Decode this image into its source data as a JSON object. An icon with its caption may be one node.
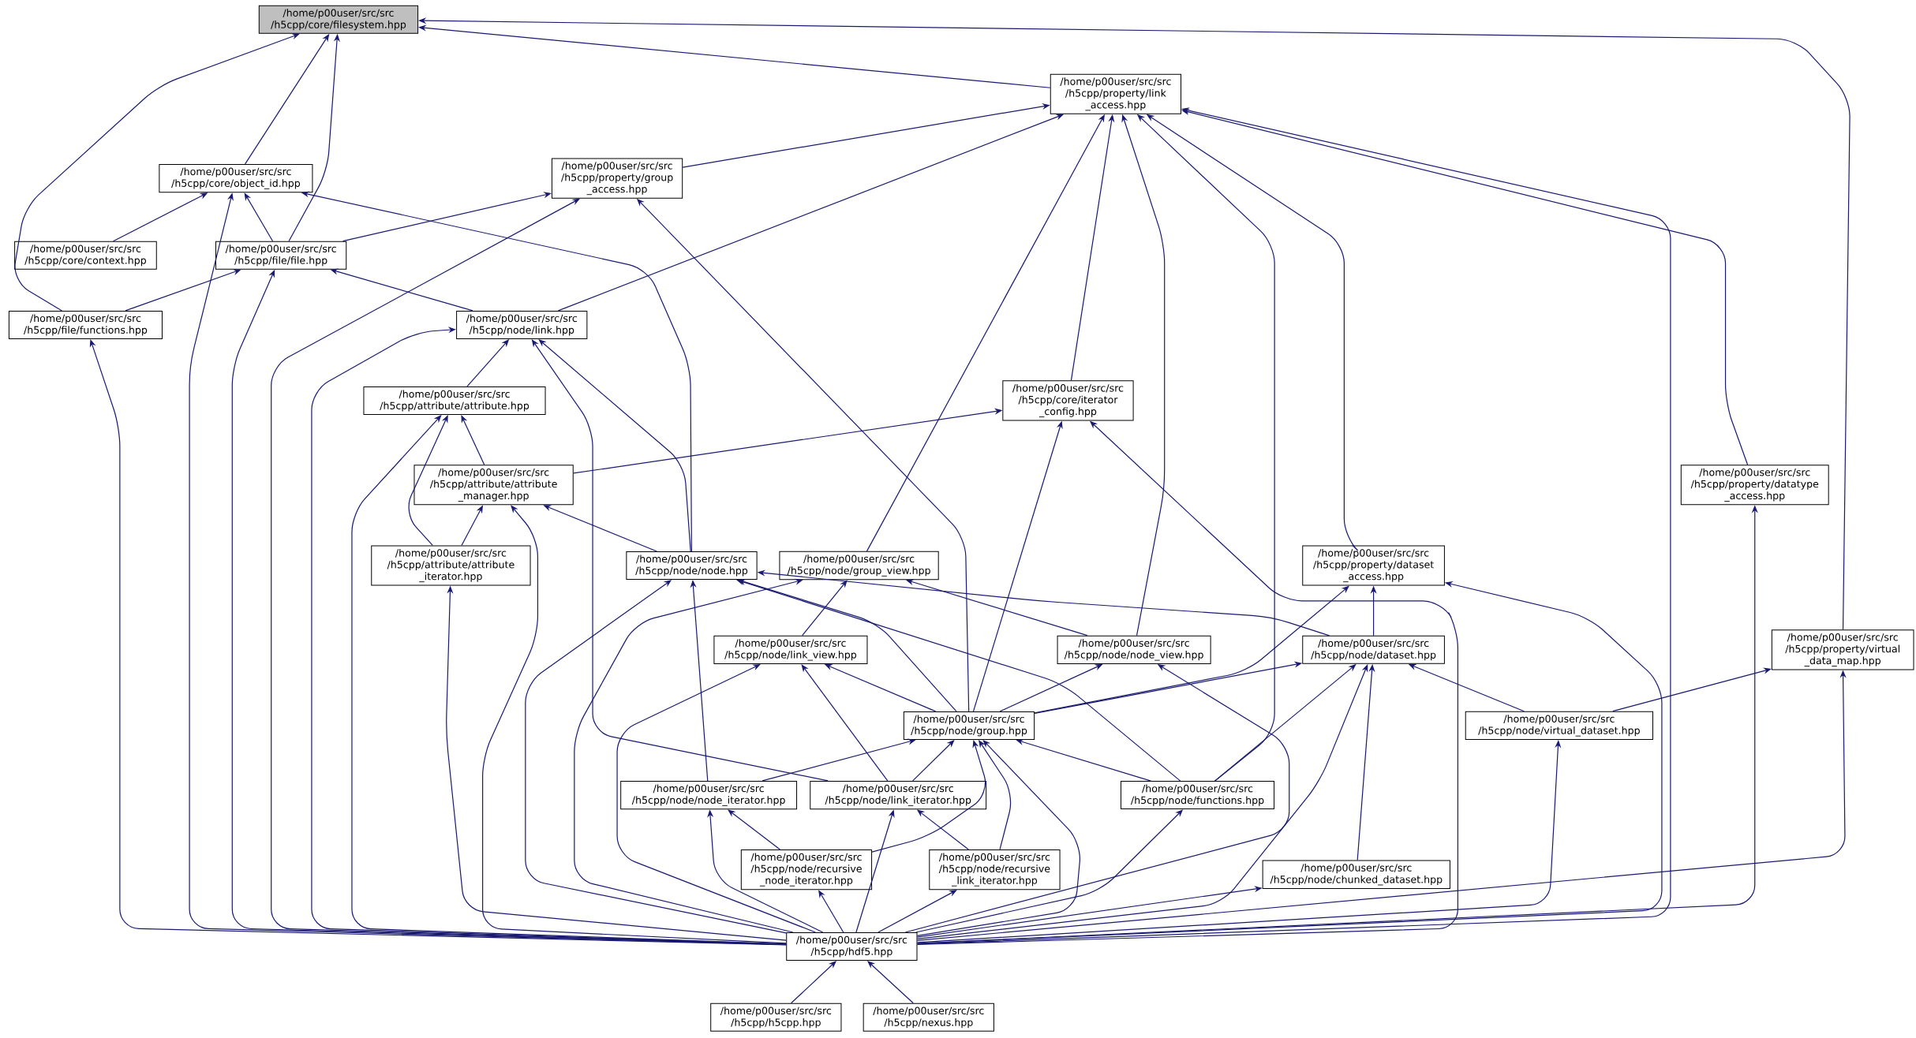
{
  "diagram": {
    "nodes": [
      {
        "text": [
          "/home/p00user/src/src /h5cpp/core/filesystem.hpp"
        ]
      },
      {
        "text": [
          "/home/p00user/src/src /h5cpp/property/link _access.hpp"
        ]
      },
      {
        "text": [
          "/home/p00user/src/src /h5cpp/core/object_id.hpp"
        ]
      },
      {
        "text": [
          "/home/p00user/src/src /h5cpp/property/group _access.hpp"
        ]
      },
      {
        "text": [
          "/home/p00user/src/src /h5cpp/core/context.hpp"
        ]
      },
      {
        "text": [
          "/home/p00user/src/src /h5cpp/file/file.hpp"
        ]
      },
      {
        "text": [
          "/home/p00user/src/src /h5cpp/file/functions.hpp"
        ]
      },
      {
        "text": [
          "/home/p00user/src/src /h5cpp/node/link.hpp"
        ]
      },
      {
        "text": [
          "/home/p00user/src/src /h5cpp/attribute/attribute.hpp"
        ]
      },
      {
        "text": [
          "/home/p00user/src/src /h5cpp/core/iterator _config.hpp"
        ]
      },
      {
        "text": [
          "/home/p00user/src/src /h5cpp/attribute/attribute _manager.hpp"
        ]
      },
      {
        "text": [
          "/home/p00user/src/src /h5cpp/property/datatype _access.hpp"
        ]
      },
      {
        "text": [
          "/home/p00user/src/src /h5cpp/attribute/attribute _iterator.hpp"
        ]
      },
      {
        "text": [
          "/home/p00user/src/src /h5cpp/node/node.hpp"
        ]
      },
      {
        "text": [
          "/home/p00user/src/src /h5cpp/node/group_view.hpp"
        ]
      },
      {
        "text": [
          "/home/p00user/src/src /h5cpp/property/dataset _access.hpp"
        ]
      },
      {
        "text": [
          "/home/p00user/src/src /h5cpp/node/link_view.hpp"
        ]
      },
      {
        "text": [
          "/home/p00user/src/src /h5cpp/node/node_view.hpp"
        ]
      },
      {
        "text": [
          "/home/p00user/src/src /h5cpp/node/dataset.hpp"
        ]
      },
      {
        "text": [
          "/home/p00user/src/src /h5cpp/property/virtual _data_map.hpp"
        ]
      },
      {
        "text": [
          "/home/p00user/src/src /h5cpp/node/group.hpp"
        ]
      },
      {
        "text": [
          "/home/p00user/src/src /h5cpp/node/virtual_dataset.hpp"
        ]
      },
      {
        "text": [
          "/home/p00user/src/src /h5cpp/node/node_iterator.hpp"
        ]
      },
      {
        "text": [
          "/home/p00user/src/src /h5cpp/node/link_iterator.hpp"
        ]
      },
      {
        "text": [
          "/home/p00user/src/src /h5cpp/node/functions.hpp"
        ]
      },
      {
        "text": [
          "/home/p00user/src/src /h5cpp/node/recursive _node_iterator.hpp"
        ]
      },
      {
        "text": [
          "/home/p00user/src/src /h5cpp/node/recursive _link_iterator.hpp"
        ]
      },
      {
        "text": [
          "/home/p00user/src/src /h5cpp/node/chunked_dataset.hpp"
        ]
      },
      {
        "text": [
          "/home/p00user/src/src /h5cpp/hdf5.hpp"
        ]
      },
      {
        "text": [
          "/home/p00user/src/src /h5cpp/h5cpp.hpp"
        ]
      },
      {
        "text": [
          "/home/p00user/src/src /h5cpp/nexus.hpp"
        ]
      }
    ],
    "edges": [
      {
        "from": 1,
        "to": 0,
        "arrow": "to"
      },
      {
        "from": 2,
        "to": 0,
        "arrow": "to"
      },
      {
        "from": 5,
        "to": 0,
        "arrow": "to"
      },
      {
        "from": 6,
        "to": 0,
        "arrow": "to"
      },
      {
        "from": 19,
        "to": 0,
        "arrow": "to"
      },
      {
        "from": 3,
        "to": 1,
        "arrow": "to"
      },
      {
        "from": 7,
        "to": 1,
        "arrow": "to"
      },
      {
        "from": 14,
        "to": 1,
        "arrow": "to"
      },
      {
        "from": 9,
        "to": 1,
        "arrow": "to"
      },
      {
        "from": 17,
        "to": 1,
        "arrow": "to"
      },
      {
        "from": 24,
        "to": 1,
        "arrow": "to"
      },
      {
        "from": 15,
        "to": 1,
        "arrow": "to"
      },
      {
        "from": 28,
        "to": 1,
        "arrow": "to"
      },
      {
        "from": 11,
        "to": 1,
        "arrow": "to"
      },
      {
        "from": 4,
        "to": 2,
        "arrow": "to"
      },
      {
        "from": 5,
        "to": 2,
        "arrow": "to"
      },
      {
        "from": 28,
        "to": 2,
        "arrow": "to"
      },
      {
        "from": 13,
        "to": 2,
        "arrow": "to"
      },
      {
        "from": 5,
        "to": 3,
        "arrow": "to"
      },
      {
        "from": 28,
        "to": 3,
        "arrow": "to"
      },
      {
        "from": 20,
        "to": 3,
        "arrow": "to"
      },
      {
        "from": 6,
        "to": 5,
        "arrow": "to"
      },
      {
        "from": 7,
        "to": 5,
        "arrow": "to"
      },
      {
        "from": 28,
        "to": 5,
        "arrow": "to"
      },
      {
        "from": 28,
        "to": 6,
        "arrow": "to"
      },
      {
        "from": 8,
        "to": 7,
        "arrow": "to"
      },
      {
        "from": 28,
        "to": 7,
        "arrow": "to"
      },
      {
        "from": 23,
        "to": 7,
        "arrow": "to"
      },
      {
        "from": 13,
        "to": 7,
        "arrow": "to"
      },
      {
        "from": 10,
        "to": 8,
        "arrow": "to"
      },
      {
        "from": 12,
        "to": 8,
        "arrow": "to"
      },
      {
        "from": 28,
        "to": 8,
        "arrow": "to"
      },
      {
        "from": 10,
        "to": 9,
        "arrow": "to"
      },
      {
        "from": 20,
        "to": 9,
        "arrow": "to"
      },
      {
        "from": 28,
        "to": 9,
        "arrow": "to"
      },
      {
        "from": 12,
        "to": 10,
        "arrow": "to"
      },
      {
        "from": 13,
        "to": 10,
        "arrow": "to"
      },
      {
        "from": 28,
        "to": 10,
        "arrow": "to"
      },
      {
        "from": 28,
        "to": 11,
        "arrow": "to"
      },
      {
        "from": 28,
        "to": 12,
        "arrow": "to"
      },
      {
        "from": 22,
        "to": 13,
        "arrow": "to"
      },
      {
        "from": 20,
        "to": 13,
        "arrow": "to"
      },
      {
        "from": 18,
        "to": 13,
        "arrow": "to"
      },
      {
        "from": 24,
        "to": 13,
        "arrow": "to"
      },
      {
        "from": 28,
        "to": 13,
        "arrow": "to"
      },
      {
        "from": 16,
        "to": 14,
        "arrow": "to"
      },
      {
        "from": 17,
        "to": 14,
        "arrow": "to"
      },
      {
        "from": 28,
        "to": 14,
        "arrow": "to"
      },
      {
        "from": 18,
        "to": 15,
        "arrow": "to"
      },
      {
        "from": 20,
        "to": 15,
        "arrow": "to"
      },
      {
        "from": 28,
        "to": 15,
        "arrow": "to"
      },
      {
        "from": 20,
        "to": 16,
        "arrow": "to"
      },
      {
        "from": 23,
        "to": 16,
        "arrow": "to"
      },
      {
        "from": 28,
        "to": 16,
        "arrow": "to"
      },
      {
        "from": 20,
        "to": 17,
        "arrow": "to"
      },
      {
        "from": 28,
        "to": 17,
        "arrow": "to"
      },
      {
        "from": 20,
        "to": 18,
        "arrow": "to"
      },
      {
        "from": 21,
        "to": 18,
        "arrow": "to"
      },
      {
        "from": 24,
        "to": 18,
        "arrow": "to"
      },
      {
        "from": 27,
        "to": 18,
        "arrow": "to"
      },
      {
        "from": 28,
        "to": 18,
        "arrow": "to"
      },
      {
        "from": 21,
        "to": 19,
        "arrow": "to"
      },
      {
        "from": 28,
        "to": 19,
        "arrow": "to"
      },
      {
        "from": 22,
        "to": 20,
        "arrow": "to"
      },
      {
        "from": 23,
        "to": 20,
        "arrow": "to"
      },
      {
        "from": 24,
        "to": 20,
        "arrow": "to"
      },
      {
        "from": 25,
        "to": 20,
        "arrow": "to"
      },
      {
        "from": 26,
        "to": 20,
        "arrow": "to"
      },
      {
        "from": 28,
        "to": 20,
        "arrow": "to"
      },
      {
        "from": 28,
        "to": 21,
        "arrow": "to"
      },
      {
        "from": 25,
        "to": 22,
        "arrow": "to"
      },
      {
        "from": 28,
        "to": 22,
        "arrow": "to"
      },
      {
        "from": 26,
        "to": 23,
        "arrow": "to"
      },
      {
        "from": 28,
        "to": 23,
        "arrow": "to"
      },
      {
        "from": 28,
        "to": 24,
        "arrow": "to"
      },
      {
        "from": 28,
        "to": 25,
        "arrow": "to"
      },
      {
        "from": 28,
        "to": 26,
        "arrow": "to"
      },
      {
        "from": 28,
        "to": 27,
        "arrow": "to"
      },
      {
        "from": 29,
        "to": 28,
        "arrow": "to"
      },
      {
        "from": 30,
        "to": 28,
        "arrow": "to"
      }
    ]
  }
}
